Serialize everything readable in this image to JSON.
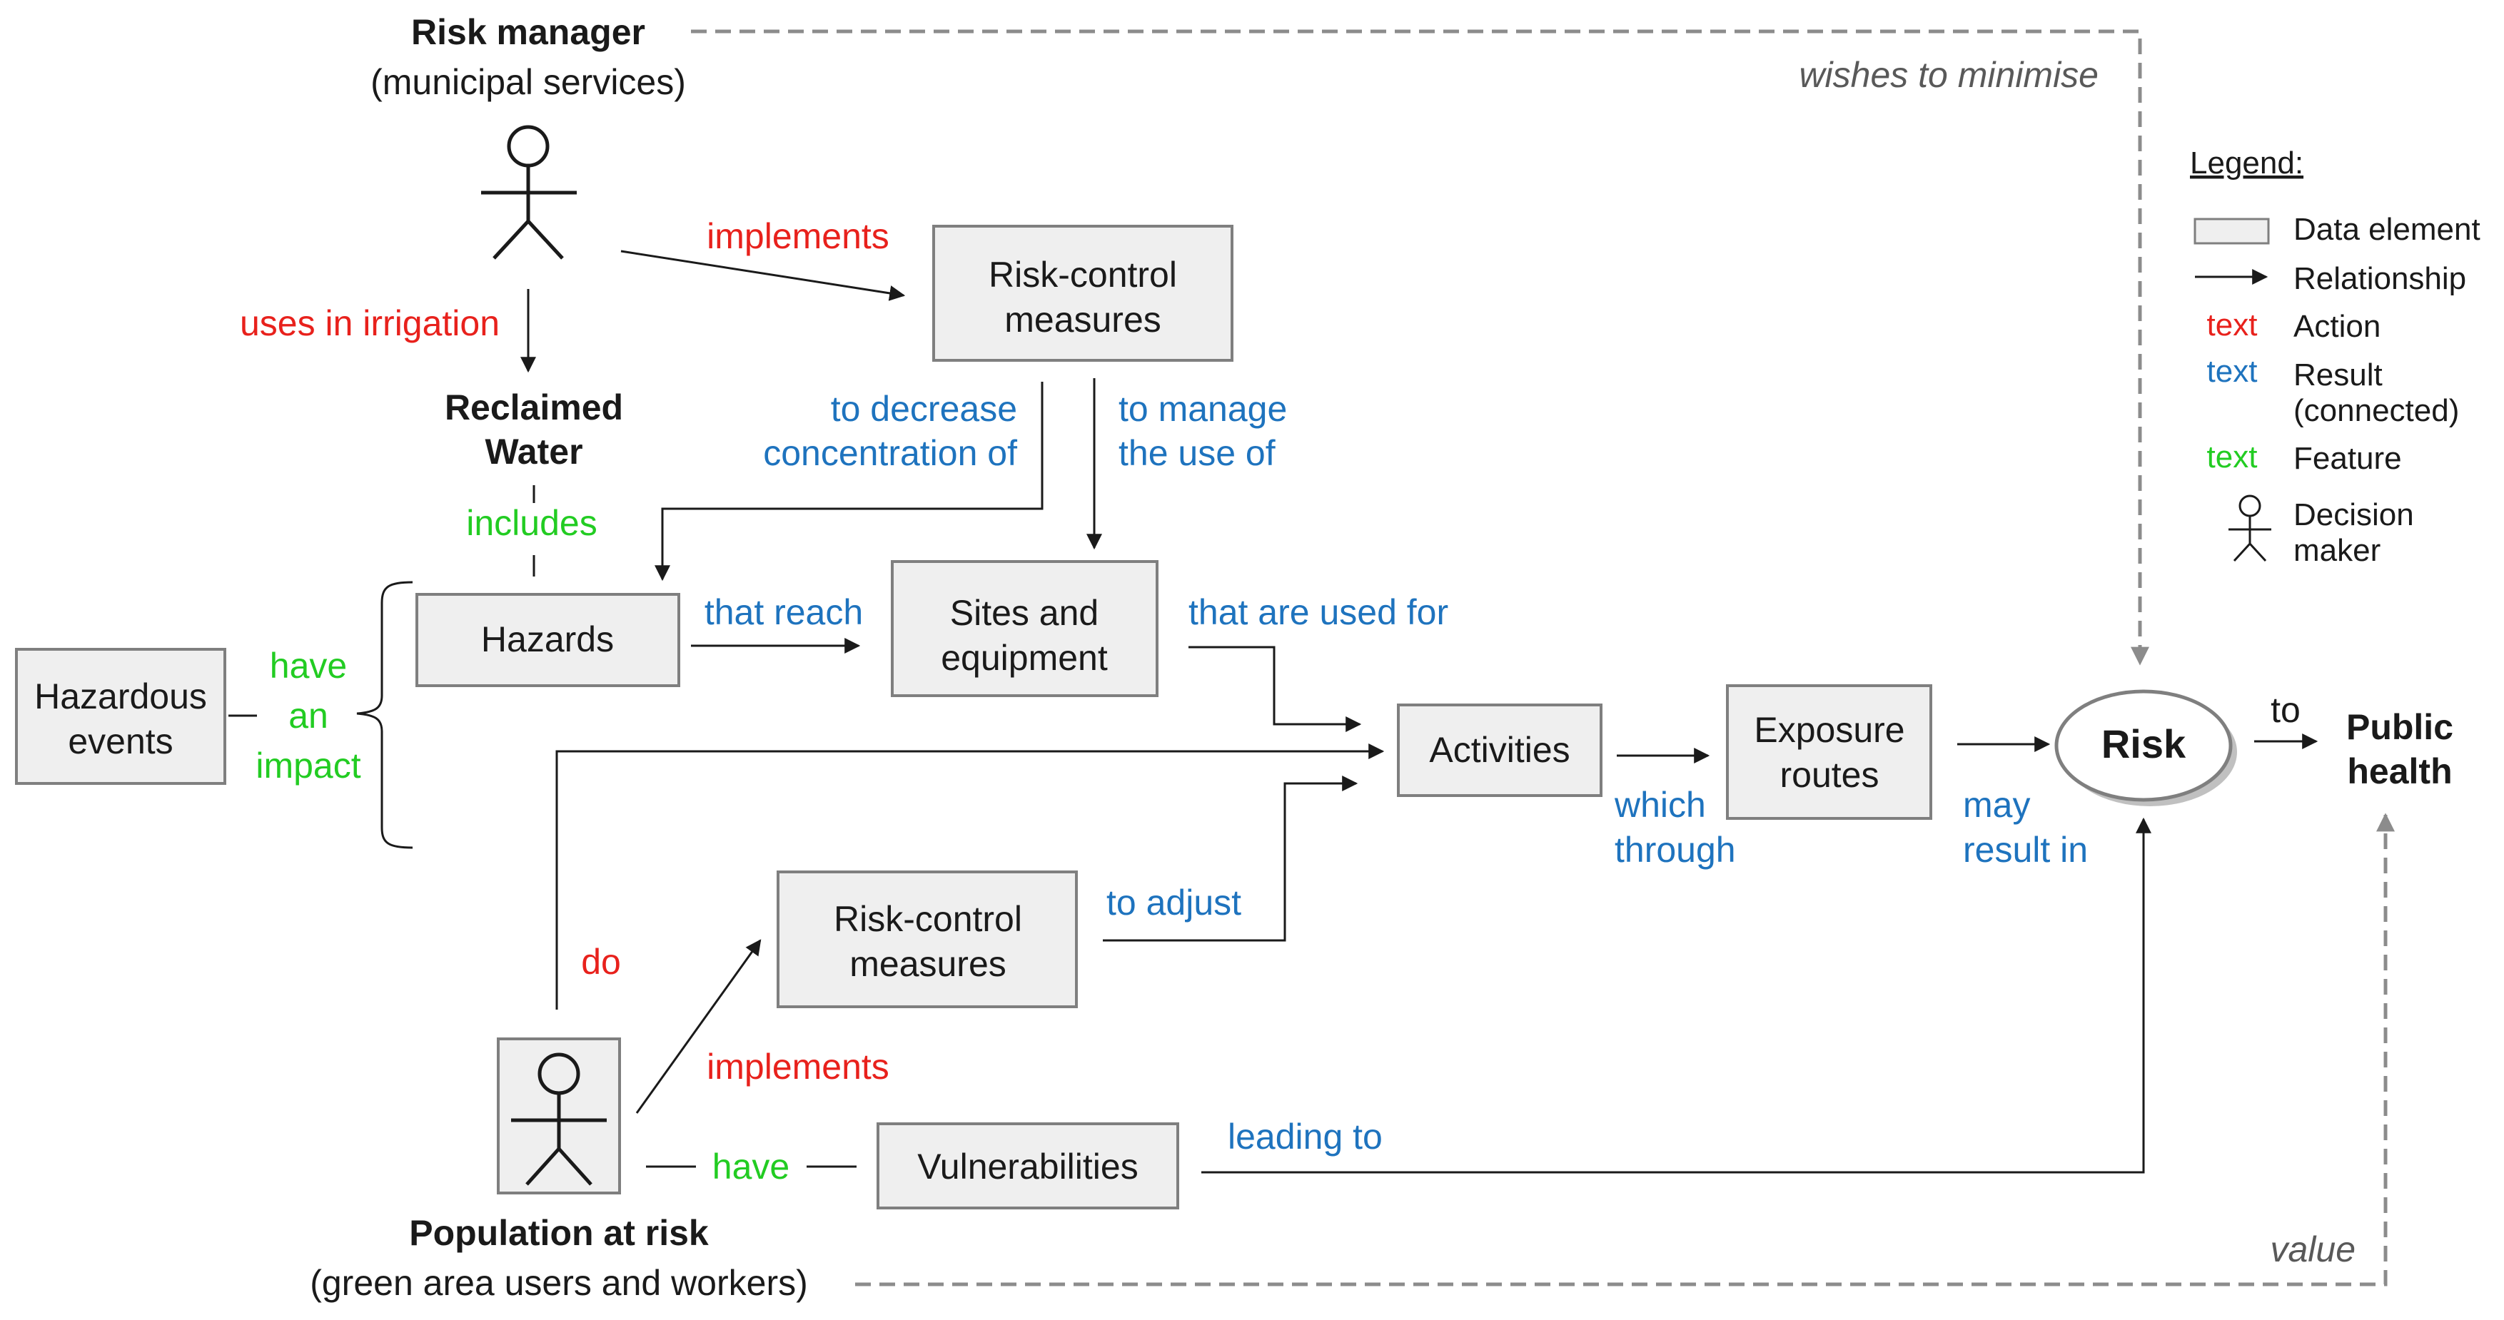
{
  "colors": {
    "action": "#e8211c",
    "result": "#1e73be",
    "feature": "#22cc22",
    "neutral": "#1a1a1a",
    "italic": "#595959",
    "box_fill": "#efefef",
    "box_stroke": "#7f7f7f"
  },
  "actors": {
    "risk_manager_title": "Risk manager",
    "risk_manager_subtitle": "(municipal services)",
    "population_title": "Population at risk",
    "population_subtitle": "(green area users and workers)"
  },
  "nodes": {
    "rcm_top": [
      "Risk-control",
      "measures"
    ],
    "reclaimed_water": [
      "Reclaimed",
      "Water"
    ],
    "hazards": "Hazards",
    "sites": [
      "Sites and",
      "equipment"
    ],
    "hazardous_events": [
      "Hazardous",
      "events"
    ],
    "activities": "Activities",
    "exposure": [
      "Exposure",
      "routes"
    ],
    "risk": "Risk",
    "public_health": [
      "Public",
      "health"
    ],
    "rcm_bottom": [
      "Risk-control",
      "measures"
    ],
    "vulnerabilities": "Vulnerabilities"
  },
  "edges": {
    "implements_top": "implements",
    "uses_in_irrigation": "uses in irrigation",
    "includes": "includes",
    "to_decrease": [
      "to decrease",
      "concentration of"
    ],
    "to_manage": [
      "to manage",
      "the use of"
    ],
    "that_reach": "that reach",
    "that_are_used_for": "that are used for",
    "have_an_impact": [
      "have",
      "an",
      "impact"
    ],
    "which_through": [
      "which",
      "through"
    ],
    "may_result_in": [
      "may",
      "result in"
    ],
    "to": "to",
    "do": "do",
    "to_adjust": "to adjust",
    "implements_bottom": "implements",
    "have": "have",
    "leading_to": "leading to",
    "wishes_to_minimise": "wishes to minimise",
    "value": "value"
  },
  "legend": {
    "title": "Legend:",
    "data_element": "Data element",
    "relationship": "Relationship",
    "sample_text": "text",
    "action": "Action",
    "result": [
      "Result",
      "(connected)"
    ],
    "feature": "Feature",
    "decision_maker": [
      "Decision",
      "maker"
    ]
  }
}
